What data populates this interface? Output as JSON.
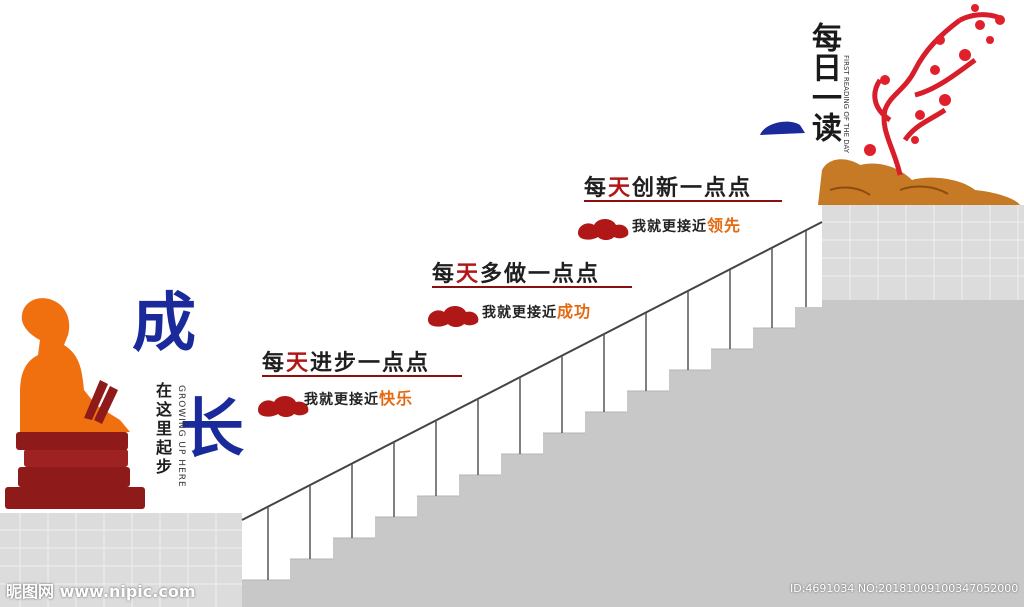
{
  "main_title": {
    "char1": "成",
    "char2": "长"
  },
  "tagline": "在这里起步",
  "tagline_en": "GROWING UP HERE",
  "slogans": [
    {
      "lead": "每",
      "highlight": "天",
      "rest": "进步一点点",
      "sub_prefix": "我就更接近",
      "sub_highlight": "快乐"
    },
    {
      "lead": "每",
      "highlight": "天",
      "rest": "多做一点点",
      "sub_prefix": "我就更接近",
      "sub_highlight": "成功"
    },
    {
      "lead": "每",
      "highlight": "天",
      "rest": "创新一点点",
      "sub_prefix": "我就更接近",
      "sub_highlight": "领先"
    }
  ],
  "daily_read": {
    "chars": "每日一读",
    "en": "FIRST READING OF THE DAY"
  },
  "watermark_left": "昵图网 www.nipic.com",
  "watermark_right": "ID:4691034 NO:20181009100347052000",
  "colors": {
    "accent_red": "#b01818",
    "accent_orange": "#e46a12",
    "title_blue": "#1b2a9a",
    "stair_gray": "#c8c8c8"
  }
}
